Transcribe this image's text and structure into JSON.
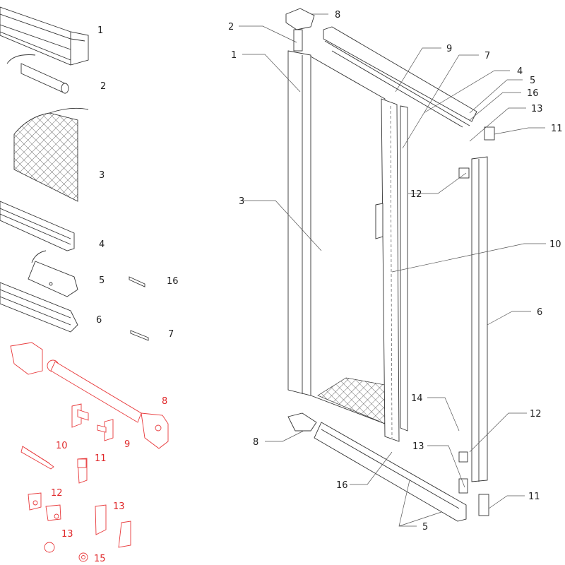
{
  "parts_list": {
    "labels": [
      "1",
      "2",
      "3",
      "4",
      "5",
      "16",
      "6",
      "7",
      "8",
      "9",
      "10",
      "11",
      "12",
      "13",
      "13",
      "15"
    ]
  },
  "assembly": {
    "labels": [
      "8",
      "2",
      "1",
      "9",
      "7",
      "4",
      "5",
      "16",
      "13",
      "11",
      "3",
      "12",
      "10",
      "6",
      "14",
      "12",
      "8",
      "13",
      "11",
      "16",
      "5"
    ]
  },
  "colors": {
    "line": "#333333",
    "accessory": "#e8393b",
    "mesh": "#555555"
  }
}
